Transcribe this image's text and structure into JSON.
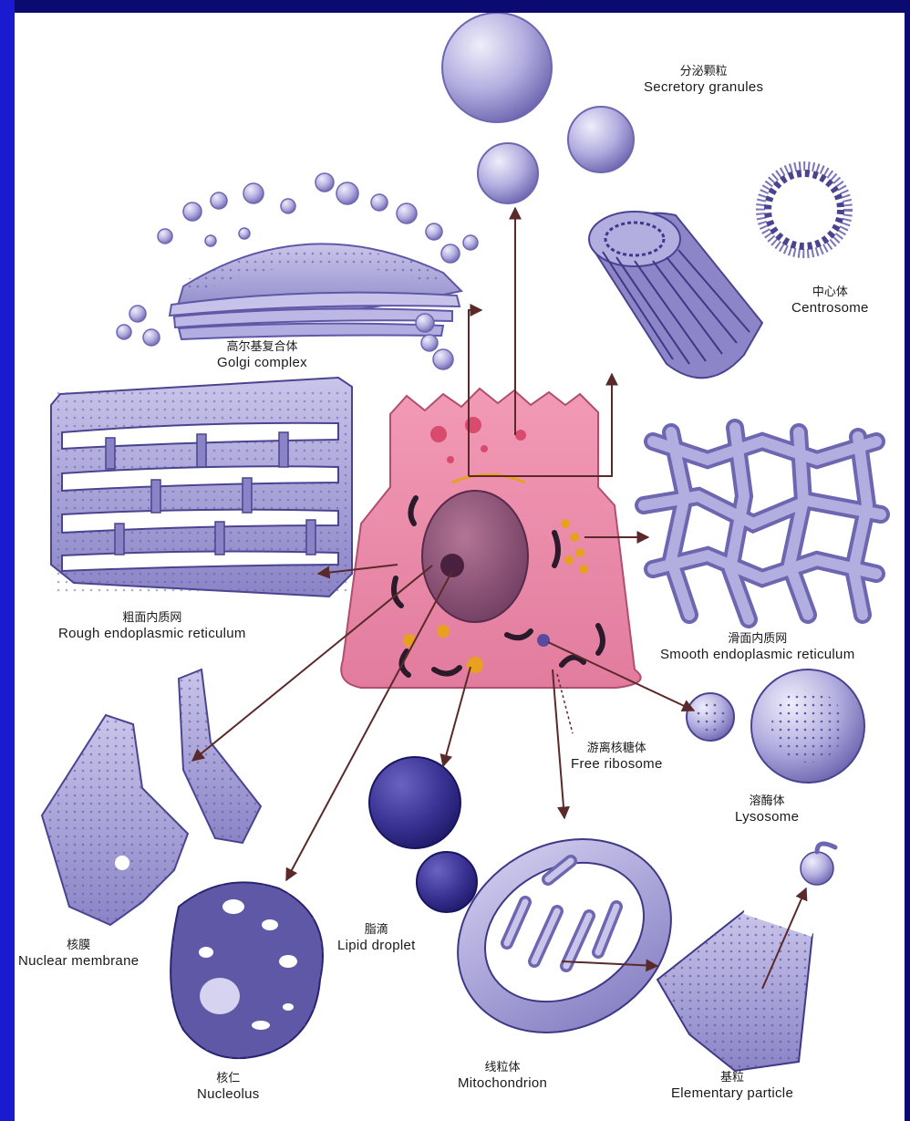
{
  "labels": {
    "secretory_granules": {
      "cn": "分泌颗粒",
      "en": "Secretory granules"
    },
    "centrosome": {
      "cn": "中心体",
      "en": "Centrosome"
    },
    "golgi_complex": {
      "cn": "高尔基复合体",
      "en": "Golgi complex"
    },
    "rough_er": {
      "cn": "粗面内质网",
      "en": "Rough endoplasmic reticulum"
    },
    "smooth_er": {
      "cn": "滑面内质网",
      "en": "Smooth endoplasmic reticulum"
    },
    "free_ribosome": {
      "cn": "游离核糖体",
      "en": "Free ribosome"
    },
    "lysosome": {
      "cn": "溶酶体",
      "en": "Lysosome"
    },
    "lipid_droplet": {
      "cn": "脂滴",
      "en": "Lipid droplet"
    },
    "nuclear_membrane": {
      "cn": "核膜",
      "en": "Nuclear membrane"
    },
    "nucleolus": {
      "cn": "核仁",
      "en": "Nucleolus"
    },
    "mitochondrion": {
      "cn": "线粒体",
      "en": "Mitochondrion"
    },
    "elementary_particle": {
      "cn": "基粒",
      "en": "Elementary particle"
    }
  },
  "colors": {
    "frame": "#0c0c78",
    "frame_edge": "#1a1ad0",
    "organelle": "#a9a4d6",
    "organelle_dark": "#5e58a6",
    "cell_body": "#e98aa8",
    "nucleus": "#8d5478",
    "lipid": "#e8a020",
    "arrow": "#5a2a2a"
  }
}
